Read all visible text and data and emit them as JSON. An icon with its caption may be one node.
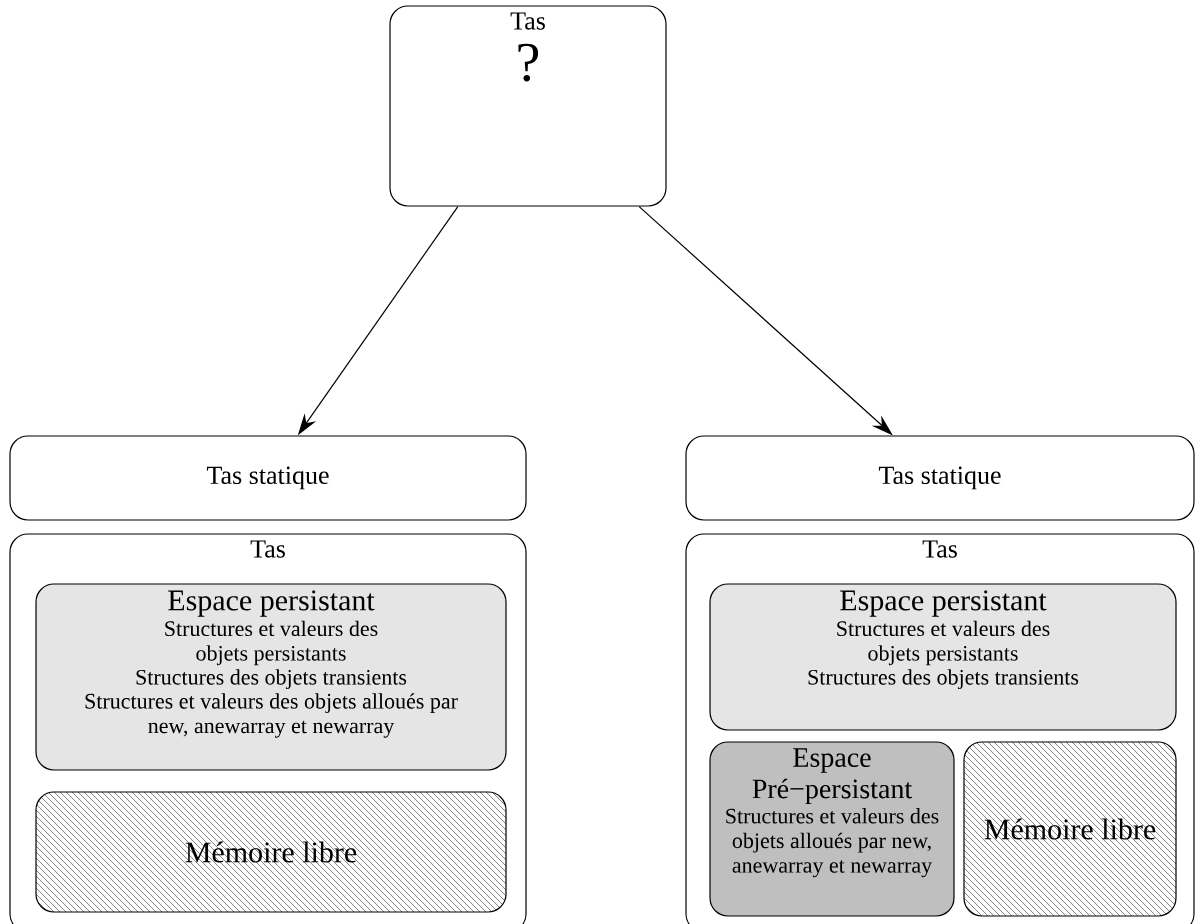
{
  "diagram": {
    "nodes": [
      {
        "text": [
          "Tas",
          "?"
        ]
      },
      {
        "text": [
          "Tas statique"
        ]
      },
      {
        "text": [
          "Tas"
        ]
      },
      {
        "text": [
          "Espace persistant",
          "Structures et valeurs des objets persistants",
          "Structures des objets transients",
          "Structures et valeurs des objets alloués par new, anewarray et newarray"
        ],
        "in": 2
      },
      {
        "text": [
          "Mémoire libre"
        ],
        "in": 2
      },
      {
        "text": [
          "Tas statique"
        ]
      },
      {
        "text": [
          "Tas"
        ]
      },
      {
        "text": [
          "Espace persistant",
          "Structures et valeurs des objets persistants",
          "Structures des objets transients"
        ],
        "in": 6
      },
      {
        "text": [
          "Espace Pré−persistant",
          "Structures et valeurs des objets alloués par new, anewarray et newarray"
        ],
        "in": 6
      },
      {
        "text": [
          "Mémoire libre"
        ],
        "in": 6
      }
    ],
    "edges": [
      {
        "from": 0,
        "to": 1,
        "arrow": "to"
      },
      {
        "from": 0,
        "to": 5,
        "arrow": "to"
      }
    ]
  }
}
